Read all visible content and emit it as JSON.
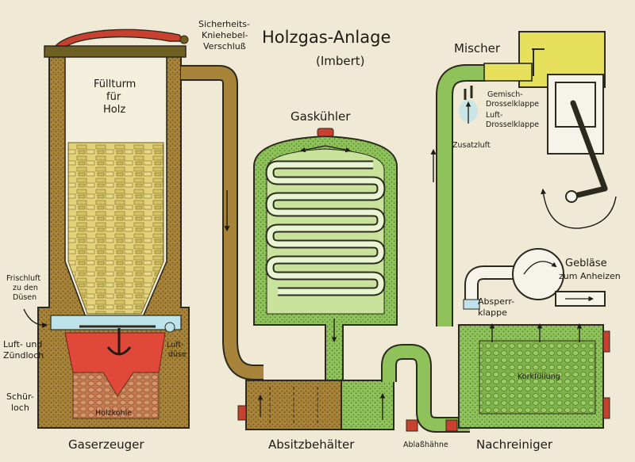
{
  "title": "Holzgas-Anlage",
  "subtitle": "(Imbert)",
  "labels": {
    "fuellturm_1": "Füllturm",
    "fuellturm_2": "für",
    "fuellturm_3": "Holz",
    "verschluss_1": "Sicherheits-",
    "verschluss_2": "Kniehebel-",
    "verschluss_3": "Verschluß",
    "gaskuehler": "Gaskühler",
    "mischer": "Mischer",
    "gemisch_1": "Gemisch-",
    "gemisch_2": "Drosselklappe",
    "luft_1": "Luft-",
    "luft_2": "Drosselklappe",
    "zusatzluft": "Zusatzluft",
    "frischluft_1": "Frischluft",
    "frischluft_2": "zu den",
    "frischluft_3": "Düsen",
    "luftduese_1": "Luft-",
    "luftduese_2": "düse",
    "zuendloch_1": "Luft- und",
    "zuendloch_2": "Zündloch",
    "schuerloch_1": "Schür-",
    "schuerloch_2": "loch",
    "holzkohle": "Holzkohle",
    "geblaese_1": "Gebläse",
    "geblaese_2": "zum Anheizen",
    "absperr_1": "Absperr-",
    "absperr_2": "klappe",
    "korkfuellung": "Korkfüllung",
    "gaserzeuger": "Gaserzeuger",
    "absitzbehaelter": "Absitzbehälter",
    "ablasshaehne": "Ablaßhähne",
    "nachreiniger": "Nachreiniger"
  },
  "colors": {
    "background": "#efe9d6",
    "outline": "#2b2a1c",
    "wall": "#8a7a2e",
    "gas_brown": "#a8843a",
    "green": "#8fc25a",
    "green_dark": "#5f9a3a",
    "wood": "#e3d27a",
    "wood_dark": "#bca84e",
    "fire": "#e0483a",
    "yellow": "#e6e05c",
    "air_blue": "#bfe3ea",
    "red_fitting": "#c8402e",
    "white": "#f6f3ea"
  }
}
